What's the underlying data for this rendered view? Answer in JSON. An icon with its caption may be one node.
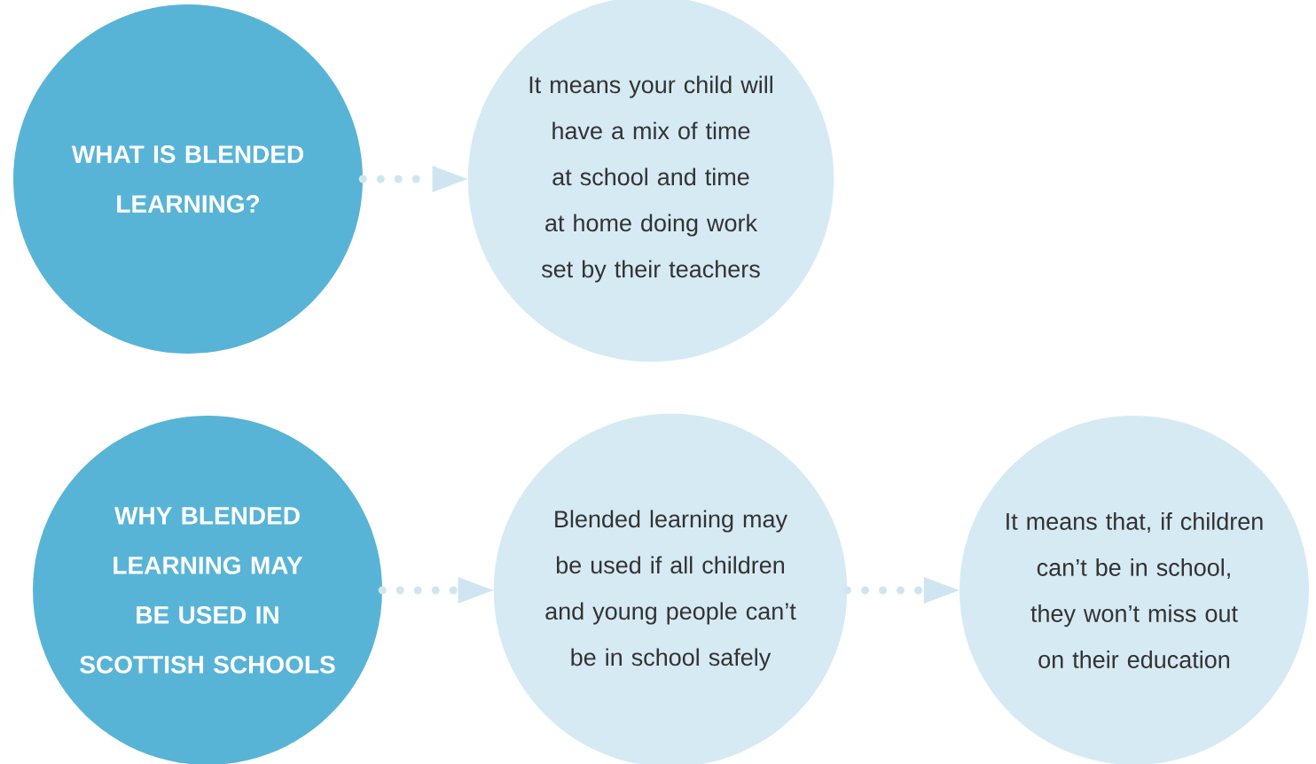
{
  "diagram": {
    "nodes": [
      {
        "text": [
          "WHAT IS BLENDED LEARNING?"
        ]
      },
      {
        "text": [
          "It means your child will have a mix of time at school and time at home doing work set by their teachers"
        ]
      },
      {
        "text": [
          "WHY BLENDED LEARNING MAY BE USED IN SCOTTISH SCHOOLS"
        ]
      },
      {
        "text": [
          "Blended learning may be used if all children and young people can’t be in school safely"
        ]
      },
      {
        "text": [
          "It means that, if children can’t be in school, they won’t miss out on their education"
        ]
      }
    ],
    "edges": [
      {
        "from": 0,
        "to": 1,
        "arrow": "to"
      },
      {
        "from": 2,
        "to": 3,
        "arrow": "to"
      },
      {
        "from": 3,
        "to": 4,
        "arrow": "to"
      }
    ]
  }
}
